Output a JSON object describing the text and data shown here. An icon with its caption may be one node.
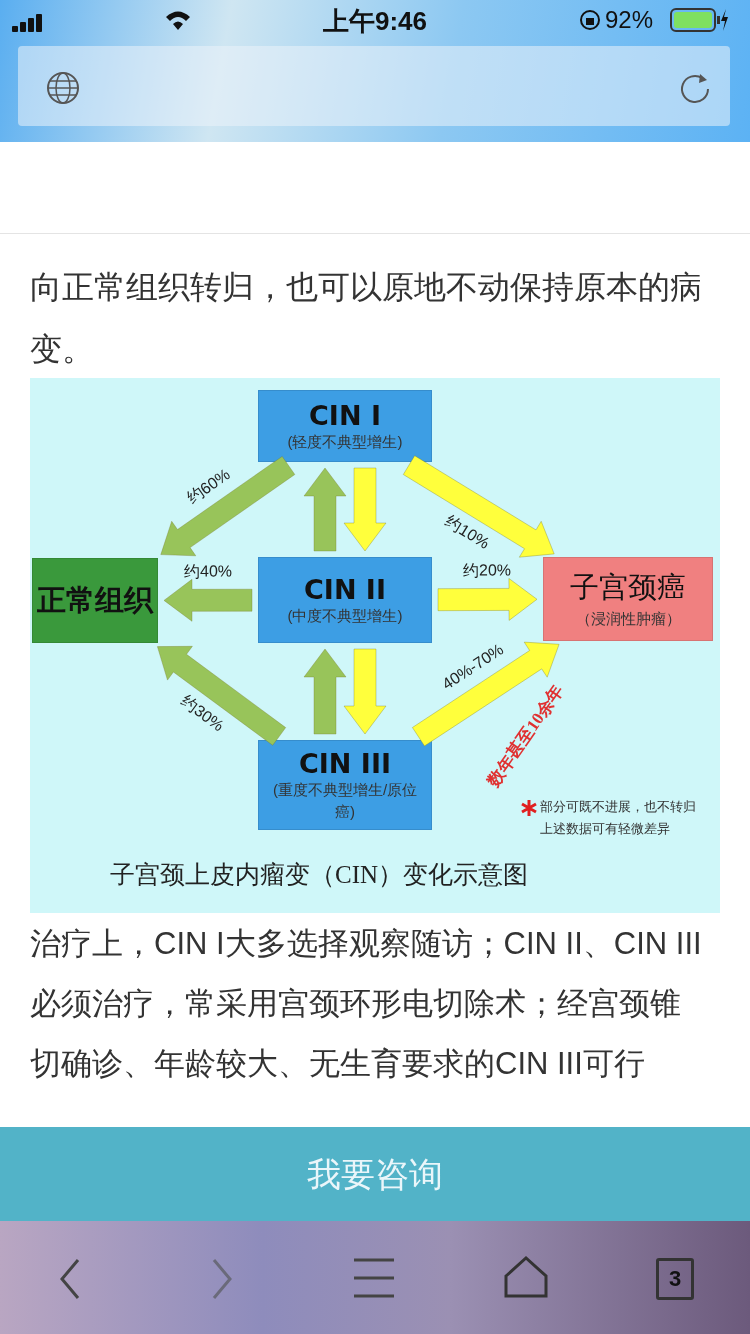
{
  "diagram": {
    "caption": "子宫颈上皮内瘤变（CIN）变化示意图",
    "nodes": [
      {
        "text": [
          "CIN I",
          "(轻度不典型增生)"
        ]
      },
      {
        "text": [
          "正常组织"
        ]
      },
      {
        "text": [
          "CIN II",
          "(中度不典型增生)"
        ]
      },
      {
        "text": [
          "子宫颈癌",
          "（浸润性肿瘤）"
        ]
      },
      {
        "text": [
          "CIN III",
          "(重度不典型增生/原位癌)"
        ]
      }
    ],
    "edges": [
      {
        "from": 0,
        "to": 1,
        "arrow": "to",
        "label": "约60%",
        "color": "#98c45a"
      },
      {
        "from": 0,
        "to": 3,
        "arrow": "to",
        "label": "约10%",
        "color": "#ffff3c"
      },
      {
        "from": 2,
        "to": 0,
        "arrow": "to",
        "color": "#98c45a"
      },
      {
        "from": 0,
        "to": 2,
        "arrow": "to",
        "color": "#ffff3c"
      },
      {
        "from": 2,
        "to": 1,
        "arrow": "to",
        "label": "约40%",
        "color": "#98c45a"
      },
      {
        "from": 2,
        "to": 3,
        "arrow": "to",
        "label": "约20%",
        "color": "#ffff3c"
      },
      {
        "from": 4,
        "to": 2,
        "arrow": "to",
        "color": "#98c45a"
      },
      {
        "from": 2,
        "to": 4,
        "arrow": "to",
        "color": "#ffff3c"
      },
      {
        "from": 4,
        "to": 1,
        "arrow": "to",
        "label": "约30%",
        "color": "#98c45a"
      },
      {
        "from": 4,
        "to": 3,
        "arrow": "to",
        "label": "40%-70%",
        "color": "#ffff3c"
      }
    ],
    "labels": [
      "上午9:46",
      "92%",
      "向正常组织转归，也可以原地不动保持原本的病变。",
      "数年甚至10余年",
      "部分可既不进展，也不转归",
      "上述数据可有轻微差异",
      "治疗上，CIN I大多选择观察随访；CIN II、CIN III必须治疗，常采用宫颈环形电切除术；经宫颈锥切确诊、年龄较大、无生育要求的CIN III可行",
      "我要咨询",
      "3"
    ]
  }
}
